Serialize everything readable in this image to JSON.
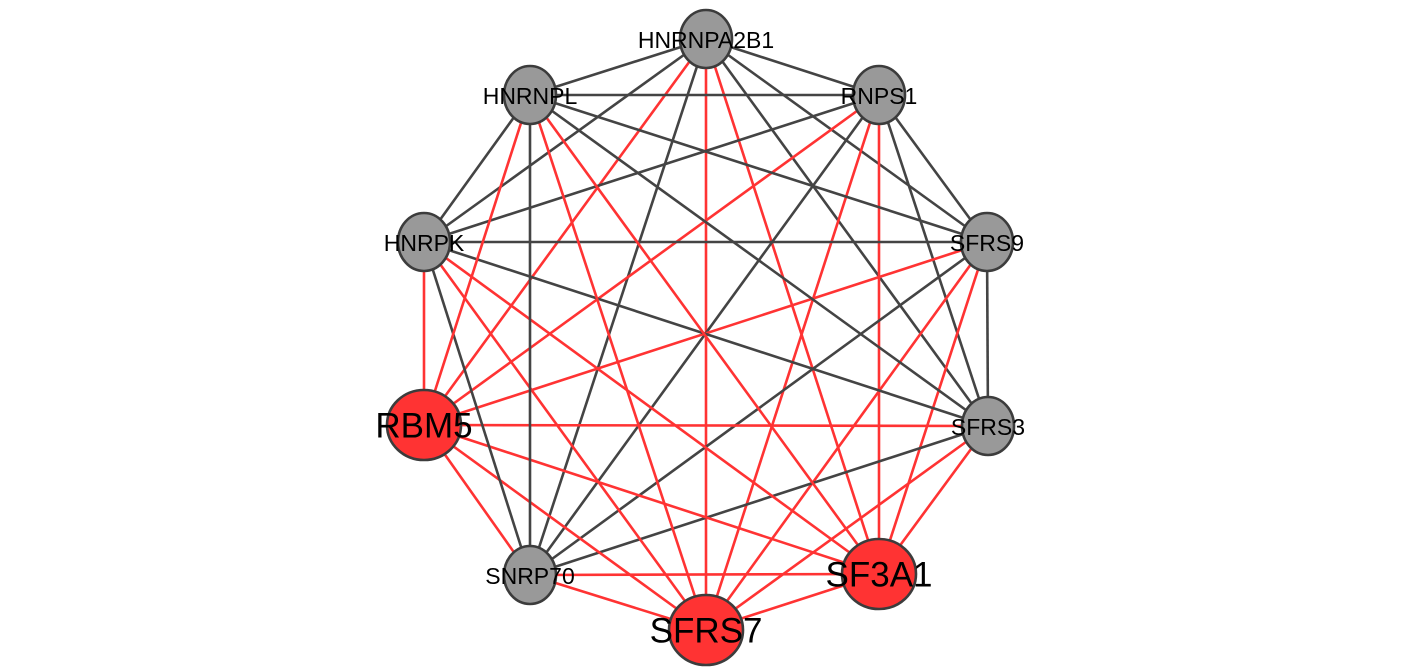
{
  "colors": {
    "highlight_node": "#ff3333",
    "normal_node": "#999999",
    "highlight_edge": "#ff3333",
    "normal_edge": "#444444"
  },
  "nodes": [
    {
      "id": "HNRNPA2B1",
      "label": "HNRNPA2B1",
      "highlight": false
    },
    {
      "id": "RNPS1",
      "label": "RNPS1",
      "highlight": false
    },
    {
      "id": "SFRS9",
      "label": "SFRS9",
      "highlight": false
    },
    {
      "id": "SFRS3",
      "label": "SFRS3",
      "highlight": false
    },
    {
      "id": "SF3A1",
      "label": "SF3A1",
      "highlight": true
    },
    {
      "id": "SFRS7",
      "label": "SFRS7",
      "highlight": true
    },
    {
      "id": "SNRP70",
      "label": "SNRP70",
      "highlight": false
    },
    {
      "id": "RBM5",
      "label": "RBM5",
      "highlight": true
    },
    {
      "id": "HNRPK",
      "label": "HNRPK",
      "highlight": false
    },
    {
      "id": "HNRNPL",
      "label": "HNRNPL",
      "highlight": false
    }
  ],
  "edges": [
    [
      "HNRNPA2B1",
      "RNPS1"
    ],
    [
      "HNRNPA2B1",
      "SFRS9"
    ],
    [
      "HNRNPA2B1",
      "SFRS3"
    ],
    [
      "HNRNPA2B1",
      "SF3A1"
    ],
    [
      "HNRNPA2B1",
      "SFRS7"
    ],
    [
      "HNRNPA2B1",
      "SNRP70"
    ],
    [
      "HNRNPA2B1",
      "RBM5"
    ],
    [
      "HNRNPA2B1",
      "HNRPK"
    ],
    [
      "HNRNPA2B1",
      "HNRNPL"
    ],
    [
      "RNPS1",
      "SFRS9"
    ],
    [
      "RNPS1",
      "SFRS3"
    ],
    [
      "RNPS1",
      "SF3A1"
    ],
    [
      "RNPS1",
      "SFRS7"
    ],
    [
      "RNPS1",
      "SNRP70"
    ],
    [
      "RNPS1",
      "RBM5"
    ],
    [
      "RNPS1",
      "HNRPK"
    ],
    [
      "RNPS1",
      "HNRNPL"
    ],
    [
      "SFRS9",
      "SFRS3"
    ],
    [
      "SFRS9",
      "SF3A1"
    ],
    [
      "SFRS9",
      "SFRS7"
    ],
    [
      "SFRS9",
      "SNRP70"
    ],
    [
      "SFRS9",
      "RBM5"
    ],
    [
      "SFRS9",
      "HNRPK"
    ],
    [
      "SFRS9",
      "HNRNPL"
    ],
    [
      "SFRS3",
      "SF3A1"
    ],
    [
      "SFRS3",
      "SFRS7"
    ],
    [
      "SFRS3",
      "SNRP70"
    ],
    [
      "SFRS3",
      "RBM5"
    ],
    [
      "SFRS3",
      "HNRPK"
    ],
    [
      "SFRS3",
      "HNRNPL"
    ],
    [
      "SF3A1",
      "SFRS7"
    ],
    [
      "SF3A1",
      "SNRP70"
    ],
    [
      "SF3A1",
      "RBM5"
    ],
    [
      "SF3A1",
      "HNRPK"
    ],
    [
      "SF3A1",
      "HNRNPL"
    ],
    [
      "SFRS7",
      "SNRP70"
    ],
    [
      "SFRS7",
      "RBM5"
    ],
    [
      "SFRS7",
      "HNRPK"
    ],
    [
      "SFRS7",
      "HNRNPL"
    ],
    [
      "SNRP70",
      "RBM5"
    ],
    [
      "SNRP70",
      "HNRPK"
    ],
    [
      "SNRP70",
      "HNRNPL"
    ],
    [
      "RBM5",
      "HNRPK"
    ],
    [
      "RBM5",
      "HNRNPL"
    ],
    [
      "HNRPK",
      "HNRNPL"
    ]
  ]
}
